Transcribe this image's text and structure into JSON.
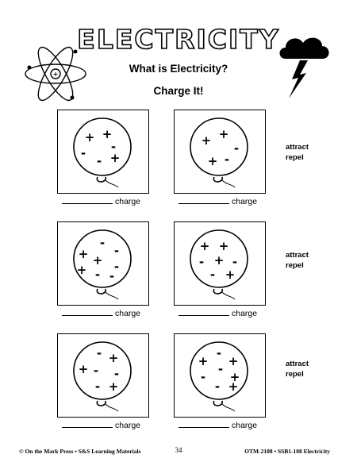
{
  "header": {
    "title": "ELECTRICITY",
    "subtitle": "What is Electricity?",
    "section": "Charge It!"
  },
  "panels": [
    {
      "signs": [
        "+",
        "+",
        "-",
        "-",
        "-",
        "+"
      ]
    },
    {
      "signs": [
        "+",
        "+",
        "-",
        "+",
        "-"
      ]
    },
    {
      "signs": [
        "-",
        "+",
        "-",
        "+",
        "-",
        "-",
        "+",
        "-"
      ]
    },
    {
      "signs": [
        "+",
        "+",
        "-",
        "+",
        "-",
        "-",
        "+"
      ]
    },
    {
      "signs": [
        "-",
        "+",
        "+",
        "-",
        "-",
        "-",
        "+"
      ]
    },
    {
      "signs": [
        "-",
        "+",
        "+",
        "-",
        "-",
        "+",
        "-",
        "+"
      ]
    }
  ],
  "charge_label": "charge",
  "options": {
    "attract": "attract",
    "repel": "repel"
  },
  "footer": {
    "left": "© On the Mark Press • S&S Learning Materials",
    "page": "34",
    "right": "OTM-2108 • SSB1-108 Electricity"
  }
}
